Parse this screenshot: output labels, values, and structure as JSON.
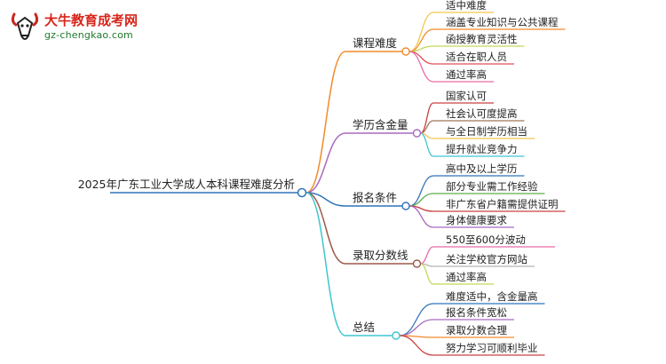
{
  "logo": {
    "name": "大牛教育成考网",
    "url": "gz-chengkao.com"
  },
  "root": "2025年广东工业大学成人本科课程难度分析",
  "branches": [
    {
      "label": "课程难度",
      "color": "#f28a2a",
      "children": [
        {
          "label": "适中难度",
          "color": "#f2c84a"
        },
        {
          "label": "涵盖专业知识与公共课程",
          "color": "#f28a2a"
        },
        {
          "label": "函授教育灵活性",
          "color": "#c5d85a"
        },
        {
          "label": "适合在职人员",
          "color": "#e0505a"
        },
        {
          "label": "通过率高",
          "color": "#e86aa8"
        }
      ]
    },
    {
      "label": "学历含金量",
      "color": "#a96ac0",
      "children": [
        {
          "label": "国家认可",
          "color": "#c94040"
        },
        {
          "label": "社会认可度提高",
          "color": "#a0735a"
        },
        {
          "label": "与全日制学历相当",
          "color": "#f2c84a"
        },
        {
          "label": "提升就业竞争力",
          "color": "#3fc6cf"
        }
      ]
    },
    {
      "label": "报名条件",
      "color": "#2f74b8",
      "children": [
        {
          "label": "高中及以上学历",
          "color": "#2f74b8"
        },
        {
          "label": "部分专业需工作经验",
          "color": "#5cae4e"
        },
        {
          "label": "非广东省户籍需提供证明",
          "color": "#c94040"
        },
        {
          "label": "身体健康要求",
          "color": "#a96ac0"
        }
      ]
    },
    {
      "label": "录取分数线",
      "color": "#9b5a48",
      "children": [
        {
          "label": "550至600分波动",
          "color": "#e86aa8"
        },
        {
          "label": "关注学校官方网站",
          "color": "#b5b5b5"
        },
        {
          "label": "通过率高",
          "color": "#c5d85a"
        }
      ]
    },
    {
      "label": "总结",
      "color": "#3fc6cf",
      "children": [
        {
          "label": "难度适中，含金量高",
          "color": "#2f74b8"
        },
        {
          "label": "报名条件宽松",
          "color": "#a96ac0"
        },
        {
          "label": "录取分数合理",
          "color": "#f28a2a"
        },
        {
          "label": "努力学习可顺利毕业",
          "color": "#c94040"
        }
      ]
    }
  ]
}
